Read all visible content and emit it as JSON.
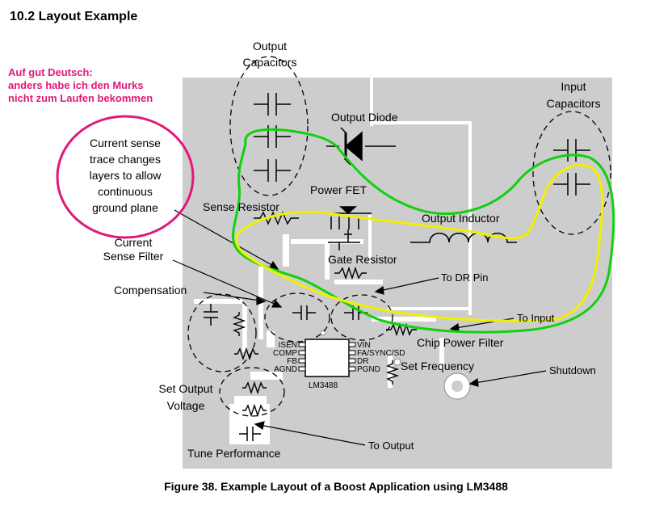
{
  "heading": "10.2   Layout Example",
  "annotation": {
    "lines": [
      "Auf gut Deutsch:",
      "anders habe ich den Murks",
      "nicht zum Laufen bekommen"
    ],
    "color": "#e0187a"
  },
  "callout": {
    "lines": [
      "Current sense",
      "trace changes",
      "layers to allow",
      "continuous",
      "ground plane"
    ],
    "color": "#e0187a"
  },
  "labels": {
    "output_capacitors": [
      "Output",
      "Capacitors"
    ],
    "input_capacitors": [
      "Input",
      "Capacitors"
    ],
    "output_diode": "Output Diode",
    "power_fet": "Power FET",
    "sense_resistor": "Sense Resistor",
    "output_inductor": "Output Inductor",
    "current_sense_filter": [
      "Current",
      "Sense Filter"
    ],
    "gate_resistor": "Gate Resistor",
    "to_dr_pin": "To DR Pin",
    "compensation": "Compensation",
    "to_input": "To Input",
    "chip_power_filter": "Chip Power Filter",
    "set_frequency": "Set Frequency",
    "shutdown": "Shutdown",
    "set_output_voltage": [
      "Set Output",
      "Voltage"
    ],
    "tune_performance": "Tune Performance",
    "to_output": "To Output"
  },
  "chip": {
    "name": "LM3488",
    "left_pins": [
      "ISEN",
      "COMP",
      "FB",
      "AGND"
    ],
    "right_pins": [
      "VIN",
      "FA/SYNC/SD",
      "DR",
      "PGND"
    ]
  },
  "overlay_colors": {
    "green": "#10d010",
    "yellow": "#f0f000"
  },
  "caption": "Figure 38.  Example Layout of a Boost Application using LM3488"
}
